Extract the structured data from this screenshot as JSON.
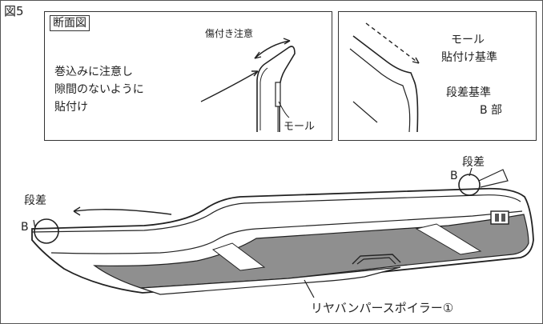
{
  "figure": {
    "label": "図5"
  },
  "inset_section": {
    "title": "断面図",
    "note_top": "傷付き注意",
    "note_left_line1": "巻込みに注意し",
    "note_left_line2": "隙間のないように",
    "note_left_line3": "貼付け",
    "molding_label": "モール"
  },
  "inset_reference": {
    "label_line1": "モール",
    "label_line2": "貼付け基準",
    "step_ref_line1": "段差基準",
    "step_ref_line2": "B 部"
  },
  "main": {
    "step_right": "段差",
    "b_right": "B",
    "step_left": "段差",
    "b_left": "B",
    "part_name": "リヤバンパースポイラー①"
  }
}
